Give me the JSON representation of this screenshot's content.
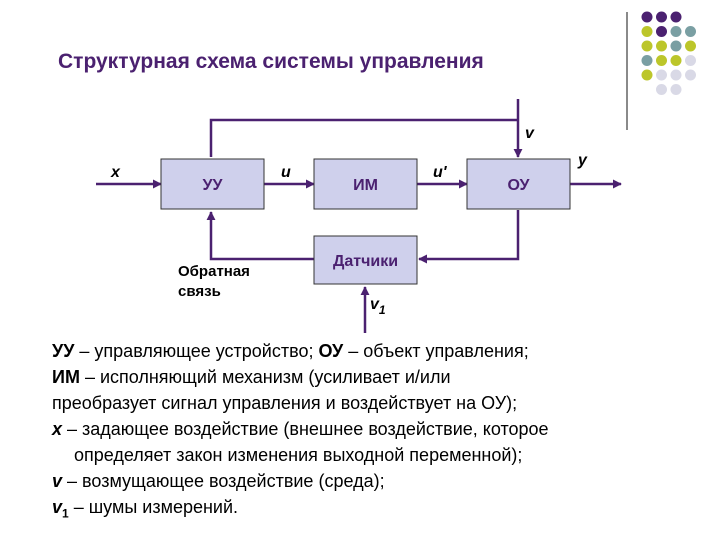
{
  "title": "Структурная схема системы управления",
  "colors": {
    "dot_purple": "#4b2170",
    "dot_teal": "#7a9fa3",
    "dot_yellow": "#bcc62a",
    "dot_lavender": "#d9d9e6",
    "block_fill": "#cfd0ec",
    "line": "#4b2170",
    "title": "#4b2170"
  },
  "diagram": {
    "blocks": {
      "uu": "УУ",
      "im": "ИМ",
      "ou": "ОУ",
      "sensors": "Датчики"
    },
    "signals": {
      "x": "x",
      "u": "u",
      "u_prime": "u'",
      "y": "y",
      "v": "v",
      "v1_base": "v",
      "v1_sub": "1"
    },
    "feedback_line1": "Обратная",
    "feedback_line2": "связь"
  },
  "legend": {
    "l1_a_term": "УУ",
    "l1_a_text": " – управляющее устройство;  ",
    "l1_b_term": "ОУ",
    "l1_b_text": " – объект управления;",
    "l2_term": "ИМ",
    "l2_text": " – исполняющий механизм (усиливает и/или",
    "l3_text": "преобразует сигнал управления и воздействует на ОУ);",
    "l4_term": "x",
    "l4_text": " – задающее воздействие (внешнее воздействие, которое",
    "l5_text": "определяет закон изменения выходной переменной);",
    "l6_term": "v",
    "l6_text": " – возмущающее воздействие (среда);",
    "l7_term": "v",
    "l7_sub": "1",
    "l7_text": " – шумы измерений."
  }
}
